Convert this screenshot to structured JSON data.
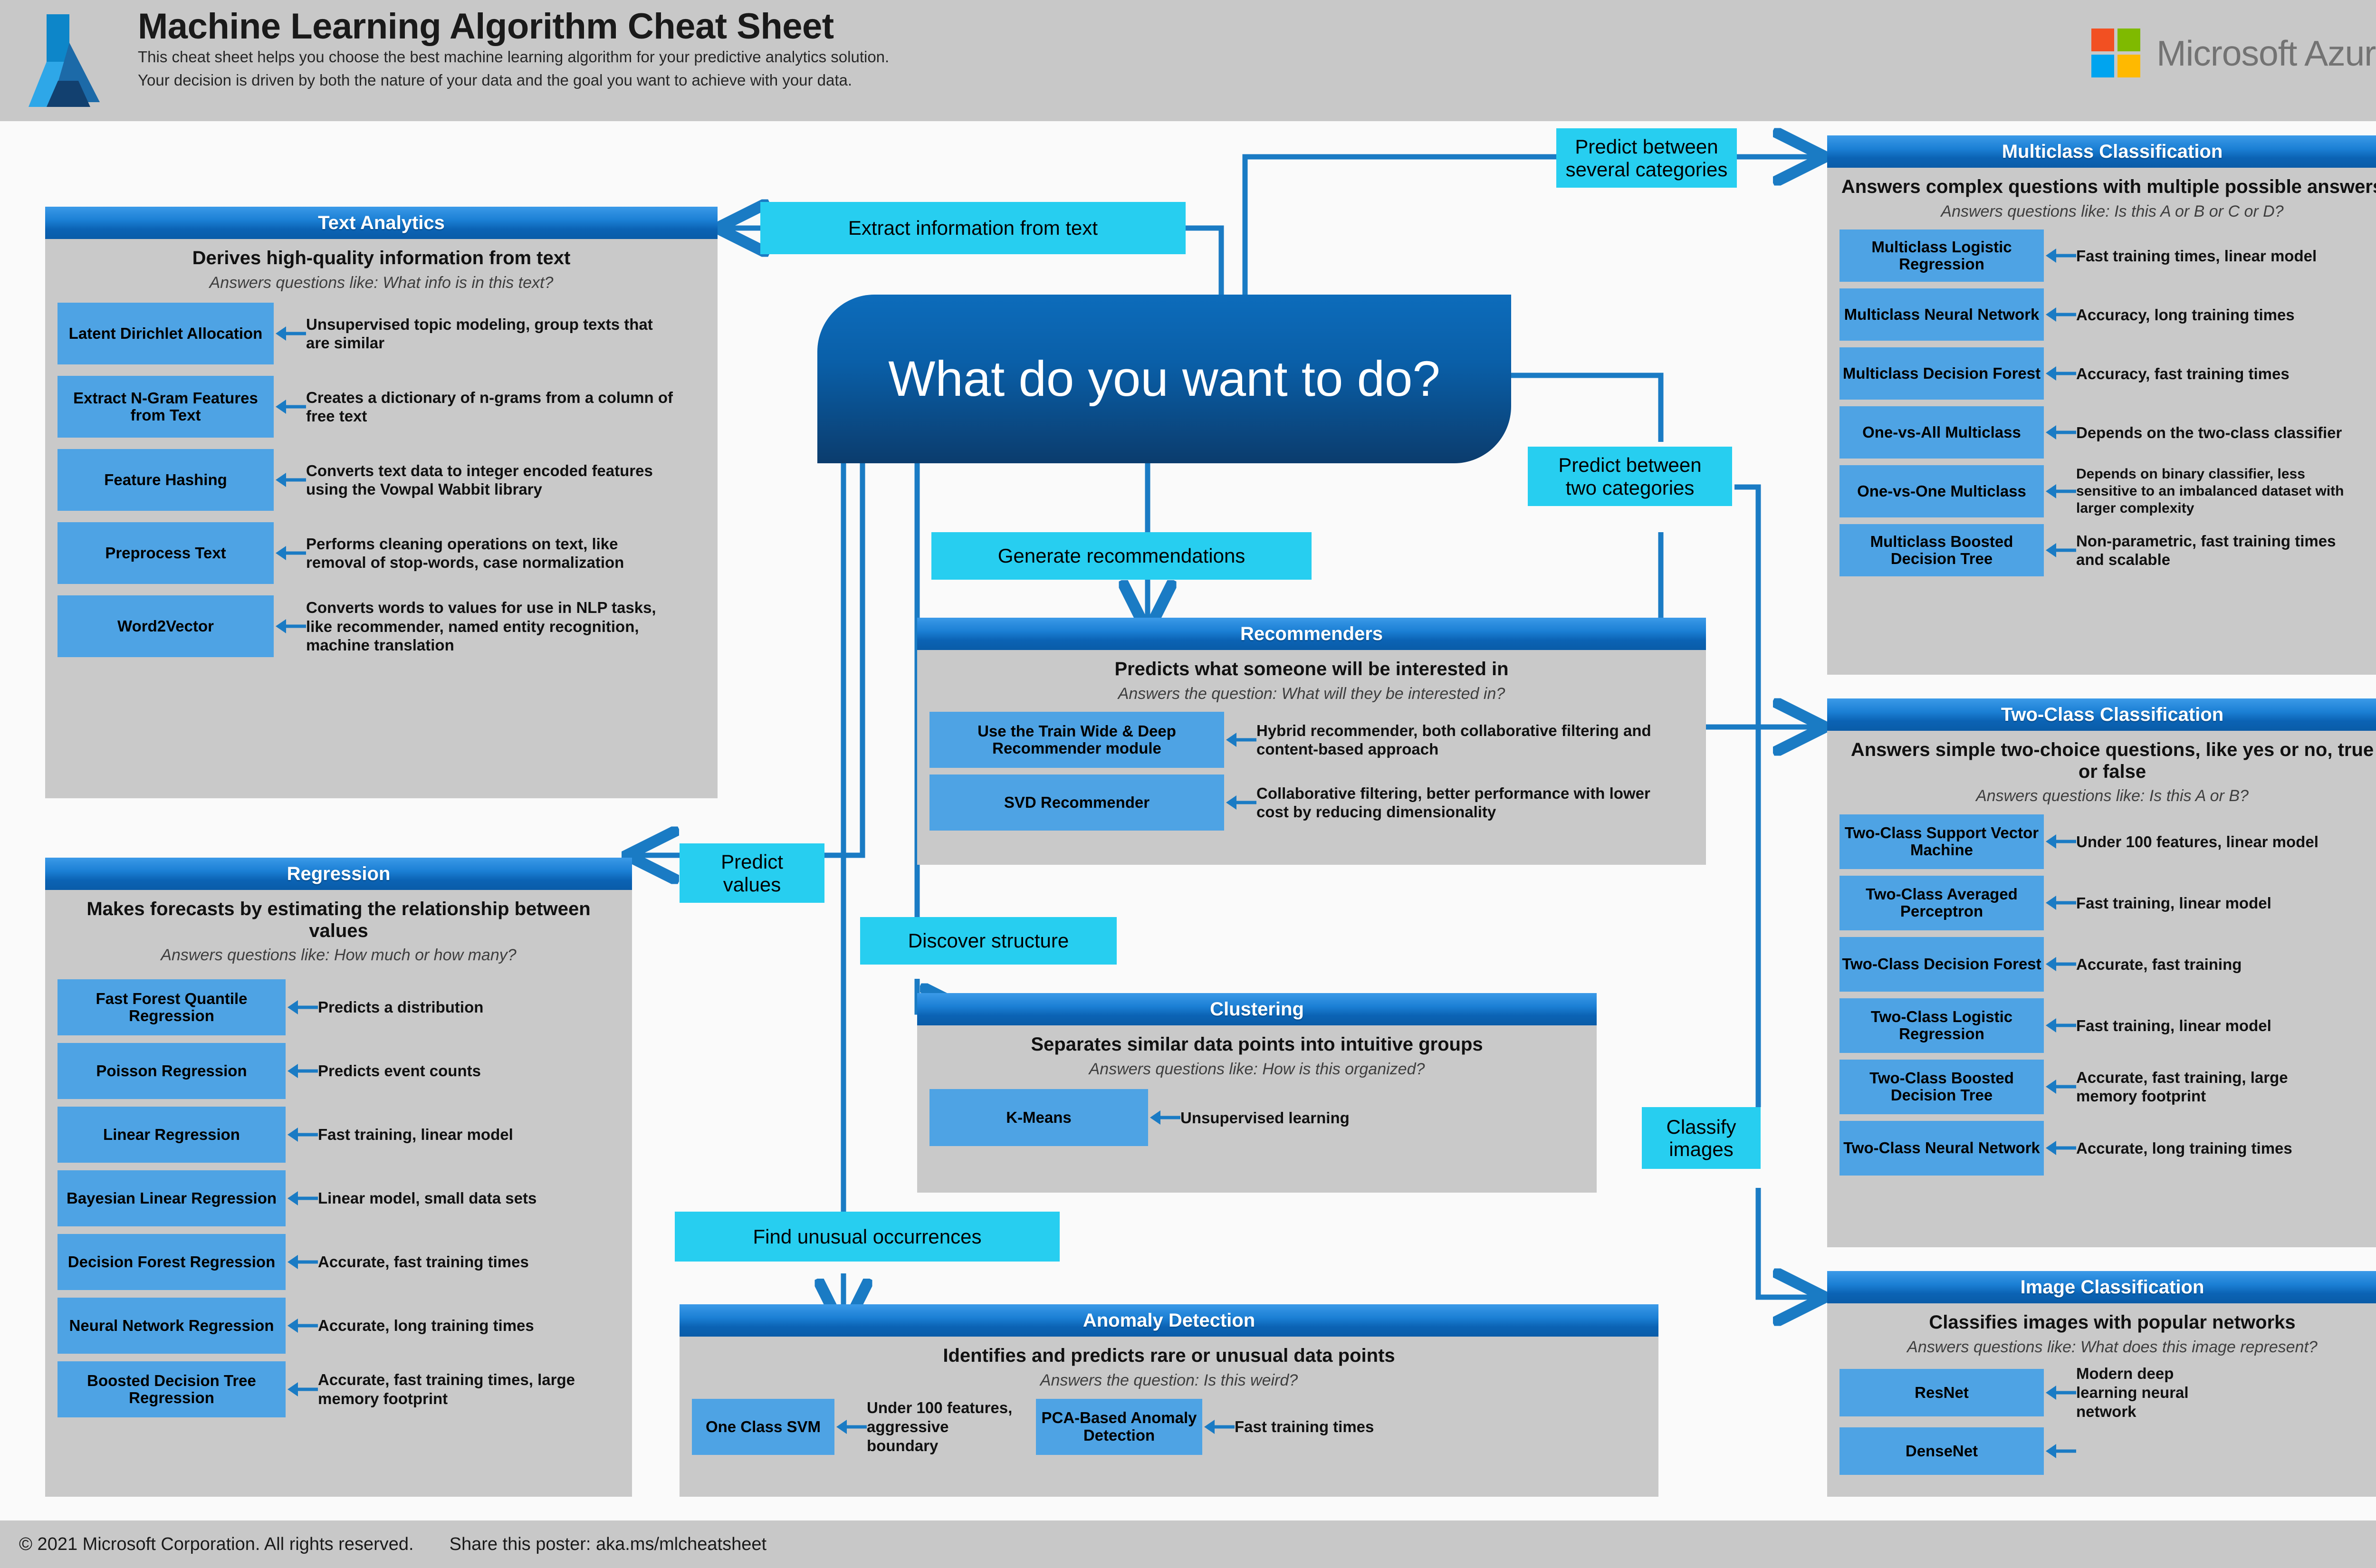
{
  "header": {
    "title": "Machine Learning Algorithm Cheat Sheet",
    "subtitle_line1": "This cheat sheet helps you choose the best machine learning algorithm for your predictive analytics solution.",
    "subtitle_line2": "Your decision is driven by both the nature of your data and the goal you want to achieve with your data.",
    "brand": "Microsoft Azure",
    "brand_colors": [
      "#f25022",
      "#7fba00",
      "#00a4ef",
      "#ffb900"
    ]
  },
  "footer": {
    "copyright": "© 2021 Microsoft Corporation. All rights reserved.",
    "share": "Share this poster: aka.ms/mlcheatsheet"
  },
  "root": {
    "label": "What do you want to do?"
  },
  "pills": {
    "extract_information_from_text": "Extract information from text",
    "predict_between_several_categories": "Predict between\nseveral categories",
    "predict_between_two_categories": "Predict between\ntwo categories",
    "generate_recommendations": "Generate recommendations",
    "predict_values": "Predict\nvalues",
    "discover_structure": "Discover structure",
    "find_unusual_occurrences": "Find unusual occurrences",
    "classify_images": "Classify\nimages"
  },
  "colors": {
    "header_band": "#c8c8c8",
    "card_body": "#c9c9c9",
    "card_header_blue": "#0b63b4",
    "algo_blue": "#4ea3e4",
    "pill_cyan": "#27cef0",
    "wire_blue": "#1a7bc4",
    "root_blue": "#0a5fa8"
  },
  "cards": {
    "text_analytics": {
      "title": "Text Analytics",
      "desc": "Derives high-quality information from text",
      "question": "Answers questions like: What info is in this text?",
      "items": [
        {
          "algo": "Latent Dirichlet Allocation",
          "desc": "Unsupervised topic modeling, group texts that are similar"
        },
        {
          "algo": "Extract N-Gram Features from Text",
          "desc": "Creates a dictionary of n-grams from a column of free text"
        },
        {
          "algo": "Feature Hashing",
          "desc": "Converts text data to integer encoded features using the Vowpal Wabbit library"
        },
        {
          "algo": "Preprocess Text",
          "desc": "Performs cleaning operations on text, like removal of stop-words, case normalization"
        },
        {
          "algo": "Word2Vector",
          "desc": "Converts words to values for use in NLP tasks, like recommender, named entity recognition, machine translation"
        }
      ]
    },
    "regression": {
      "title": "Regression",
      "desc": "Makes forecasts by estimating the relationship between values",
      "question": "Answers questions like: How much or how many?",
      "items": [
        {
          "algo": "Fast Forest Quantile Regression",
          "desc": "Predicts a distribution"
        },
        {
          "algo": "Poisson Regression",
          "desc": "Predicts event counts"
        },
        {
          "algo": "Linear Regression",
          "desc": "Fast training, linear model"
        },
        {
          "algo": "Bayesian Linear Regression",
          "desc": "Linear model, small data sets"
        },
        {
          "algo": "Decision Forest Regression",
          "desc": "Accurate, fast training times"
        },
        {
          "algo": "Neural Network Regression",
          "desc": "Accurate, long training times"
        },
        {
          "algo": "Boosted Decision Tree Regression",
          "desc": "Accurate, fast training times, large memory footprint"
        }
      ]
    },
    "recommenders": {
      "title": "Recommenders",
      "desc": "Predicts what someone will be interested in",
      "question": "Answers the question: What will they be interested in?",
      "items": [
        {
          "algo": "Use the Train Wide & Deep Recommender module",
          "desc": "Hybrid recommender, both collaborative filtering and content-based approach"
        },
        {
          "algo": "SVD Recommender",
          "desc": "Collaborative filtering, better performance with lower cost by reducing dimensionality"
        }
      ]
    },
    "clustering": {
      "title": "Clustering",
      "desc": "Separates similar data points into intuitive groups",
      "question": "Answers questions like: How is this organized?",
      "items": [
        {
          "algo": "K-Means",
          "desc": "Unsupervised learning"
        }
      ]
    },
    "anomaly_detection": {
      "title": "Anomaly Detection",
      "desc": "Identifies and predicts rare or unusual data points",
      "question": "Answers the question: Is this weird?",
      "items": [
        {
          "algo": "One Class SVM",
          "desc": "Under 100 features, aggressive boundary"
        },
        {
          "algo": "PCA-Based Anomaly Detection",
          "desc": "Fast training times"
        }
      ]
    },
    "multiclass_classification": {
      "title": "Multiclass Classification",
      "desc": "Answers complex questions with multiple possible answers",
      "question": "Answers questions like: Is this A or B or C or D?",
      "items": [
        {
          "algo": "Multiclass Logistic Regression",
          "desc": "Fast training times, linear model"
        },
        {
          "algo": "Multiclass Neural Network",
          "desc": "Accuracy, long training times"
        },
        {
          "algo": "Multiclass Decision Forest",
          "desc": "Accuracy, fast training times"
        },
        {
          "algo": "One-vs-All Multiclass",
          "desc": "Depends on the two-class classifier"
        },
        {
          "algo": "One-vs-One Multiclass",
          "desc": "Depends on binary classifier, less sensitive to an imbalanced dataset with larger complexity"
        },
        {
          "algo": "Multiclass Boosted Decision Tree",
          "desc": "Non-parametric, fast training times and scalable"
        }
      ]
    },
    "two_class_classification": {
      "title": "Two-Class Classification",
      "desc": "Answers simple two-choice questions, like yes or no, true or false",
      "question": "Answers questions like: Is this A or B?",
      "items": [
        {
          "algo": "Two-Class Support Vector Machine",
          "desc": "Under 100 features, linear model"
        },
        {
          "algo": "Two-Class Averaged Perceptron",
          "desc": "Fast training, linear model"
        },
        {
          "algo": "Two-Class Decision Forest",
          "desc": "Accurate, fast training"
        },
        {
          "algo": "Two-Class Logistic Regression",
          "desc": "Fast training, linear model"
        },
        {
          "algo": "Two-Class Boosted Decision Tree",
          "desc": "Accurate, fast training, large memory footprint"
        },
        {
          "algo": "Two-Class Neural Network",
          "desc": "Accurate, long training times"
        }
      ]
    },
    "image_classification": {
      "title": "Image Classification",
      "desc": "Classifies images with popular networks",
      "question": "Answers questions like: What does this image represent?",
      "items": [
        {
          "algo": "ResNet",
          "desc": "Modern deep learning neural network"
        },
        {
          "algo": "DenseNet",
          "desc": ""
        }
      ]
    }
  }
}
